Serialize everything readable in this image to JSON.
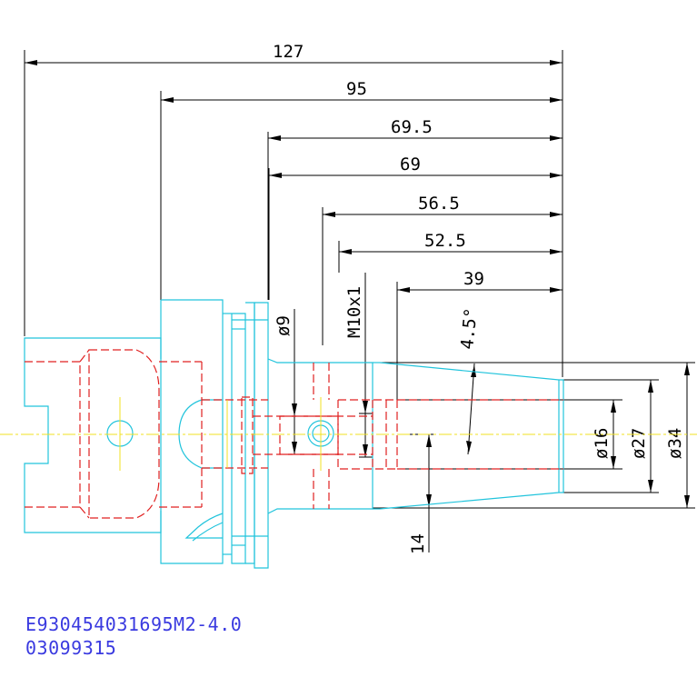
{
  "dimensions": {
    "d127": "127",
    "d95": "95",
    "d69_5": "69.5",
    "d69": "69",
    "d56_5": "56.5",
    "d52_5": "52.5",
    "d39": "39",
    "angle": "4.5°",
    "dia9": "ø9",
    "thread": "M10x1",
    "dia16": "ø16",
    "dia27": "ø27",
    "dia34": "ø34",
    "d14": "14"
  },
  "part_number": {
    "line1": "E930454031695M2-4.0",
    "line2": "03099315"
  },
  "colors": {
    "outline": "#22c4dc",
    "hidden": "#e02020",
    "center": "#f0e020",
    "dimension": "#000000",
    "text": "#3a3ae0"
  }
}
